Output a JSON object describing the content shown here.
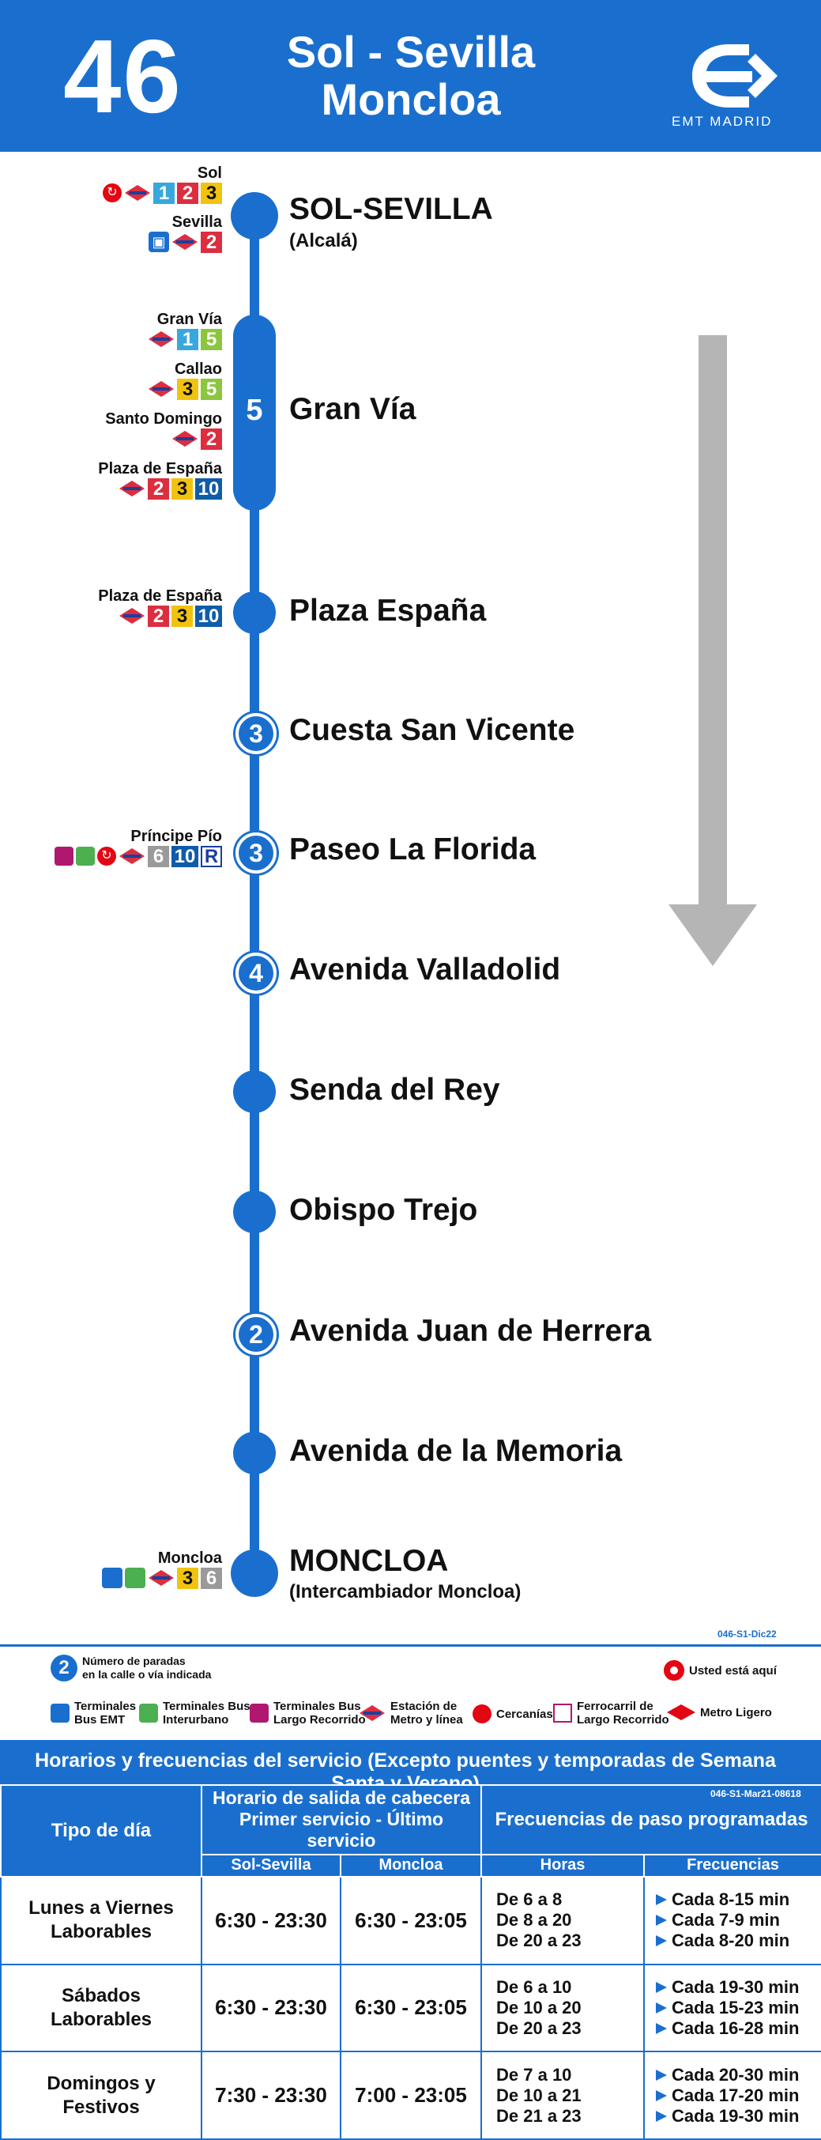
{
  "header": {
    "line": "46",
    "title_line1": "Sol - Sevilla",
    "title_line2": "Moncloa",
    "brand": "EMT MADRID"
  },
  "colors": {
    "primary": "#1a6fce",
    "arrow": "#b5b5b5",
    "l1": "#38a7dc",
    "l2": "#dc2e3f",
    "l3": "#f2c30e",
    "l5": "#8cc63f",
    "l6": "#9a9a9a",
    "l10": "#0f5ca8",
    "red": "#e30613"
  },
  "stops": [
    {
      "name": "SOL-SEVILLA",
      "sub": "(Alcalá)",
      "mark": ""
    },
    {
      "name": "Gran Vía",
      "sub": "",
      "mark": "5"
    },
    {
      "name": "Plaza España",
      "sub": "",
      "mark": ""
    },
    {
      "name": "Cuesta San Vicente",
      "sub": "",
      "mark": "3"
    },
    {
      "name": "Paseo La Florida",
      "sub": "",
      "mark": "3"
    },
    {
      "name": "Avenida Valladolid",
      "sub": "",
      "mark": "4"
    },
    {
      "name": "Senda del Rey",
      "sub": "",
      "mark": ""
    },
    {
      "name": "Obispo Trejo",
      "sub": "",
      "mark": ""
    },
    {
      "name": "Avenida Juan de Herrera",
      "sub": "",
      "mark": "2"
    },
    {
      "name": "Avenida de la Memoria",
      "sub": "",
      "mark": ""
    },
    {
      "name": "MONCLOA",
      "sub": "(Intercambiador Moncloa)",
      "mark": ""
    }
  ],
  "connections": {
    "sol": {
      "label": "Sol",
      "lines": [
        "1",
        "2",
        "3"
      ]
    },
    "sevilla": {
      "label": "Sevilla",
      "lines": [
        "2"
      ]
    },
    "granvia": {
      "label": "Gran Vía",
      "lines": [
        "1",
        "5"
      ]
    },
    "callao": {
      "label": "Callao",
      "lines": [
        "3",
        "5"
      ]
    },
    "santodomingo": {
      "label": "Santo Domingo",
      "lines": [
        "2"
      ]
    },
    "plazaespana1": {
      "label": "Plaza de España",
      "lines": [
        "2",
        "3",
        "10"
      ]
    },
    "plazaespana2": {
      "label": "Plaza de España",
      "lines": [
        "2",
        "3",
        "10"
      ]
    },
    "principepio": {
      "label": "Príncipe Pío",
      "lines": [
        "6",
        "10",
        "R"
      ]
    },
    "moncloa": {
      "label": "Moncloa",
      "lines": [
        "3",
        "6"
      ]
    }
  },
  "codes": {
    "route": "046-S1-Dic22",
    "schedule": "046-S1-Mar21-08618"
  },
  "legend": {
    "paradas": "Número de paradas\nen la calle o vía indicada",
    "paradas_num": "2",
    "usted": "Usted está aquí",
    "items": [
      "Terminales\nBus EMT",
      "Terminales Bus\nInterurbano",
      "Terminales Bus\nLargo Recorrido",
      "Estación de\nMetro y línea",
      "Cercanías",
      "Ferrocarril de\nLargo Recorrido",
      "Metro Ligero"
    ]
  },
  "schedule": {
    "title": "Horarios y frecuencias del servicio (Excepto puentes y temporadas de Semana Santa y Verano)",
    "col_tipo": "Tipo de día",
    "col_horario": "Horario de salida de cabecera\nPrimer servicio - Último servicio",
    "col_freq": "Frecuencias de paso programadas",
    "sub_sol": "Sol-Sevilla",
    "sub_moncloa": "Moncloa",
    "sub_horas": "Horas",
    "sub_frecuencias": "Frecuencias",
    "rows": [
      {
        "tipo": "Lunes a Viernes\nLaborables",
        "sol": "6:30 - 23:30",
        "moncloa": "6:30 - 23:05",
        "horas": [
          "De 6 a 8",
          "De 8 a 20",
          "De 20 a 23"
        ],
        "freqs": [
          "Cada  8-15 min",
          "Cada  7-9 min",
          "Cada  8-20 min"
        ]
      },
      {
        "tipo": "Sábados\nLaborables",
        "sol": "6:30 - 23:30",
        "moncloa": "6:30 - 23:05",
        "horas": [
          "De 6 a 10",
          "De 10 a 20",
          "De 20 a 23"
        ],
        "freqs": [
          "Cada 19-30 min",
          "Cada 15-23 min",
          "Cada 16-28 min"
        ]
      },
      {
        "tipo": "Domingos y\nFestivos",
        "sol": "7:30 - 23:30",
        "moncloa": "7:00 - 23:05",
        "horas": [
          "De 7 a 10",
          "De 10 a 21",
          "De 21 a 23"
        ],
        "freqs": [
          "Cada 20-30 min",
          "Cada 17-20 min",
          "Cada 19-30 min"
        ]
      }
    ]
  }
}
